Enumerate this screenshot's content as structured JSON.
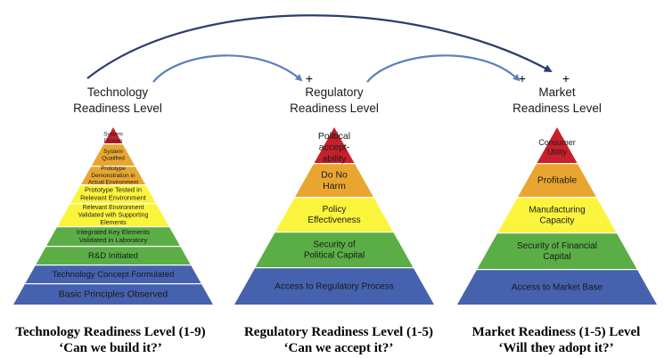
{
  "colors": {
    "red": "#c8202a",
    "orange": "#e8a631",
    "yellow": "#fbf43d",
    "green": "#5aae45",
    "blue": "#4661ad",
    "arrow_blue": "#5b7fc1",
    "arrow_navy": "#2b3d6b"
  },
  "plus_sign": "+",
  "pyramids": [
    {
      "header": [
        "Technology",
        "Readiness Level"
      ],
      "caption_title": "Technology Readiness Level (1-9)",
      "caption_question": "‘Can we build it?’",
      "levels": [
        {
          "lines": [
            "Basic Principles Observed"
          ],
          "color": "blue"
        },
        {
          "lines": [
            "Technology Concept Formulated"
          ],
          "color": "blue"
        },
        {
          "lines": [
            "R&D Initiated"
          ],
          "color": "green"
        },
        {
          "lines": [
            "Integrated Key Elements",
            "Validated in Laboratory"
          ],
          "color": "green"
        },
        {
          "lines": [
            "Relevant Environment",
            "Validated with Supporting",
            "Elements"
          ],
          "color": "yellow"
        },
        {
          "lines": [
            "Prototype Tested in",
            "Relevant Environment"
          ],
          "color": "yellow"
        },
        {
          "lines": [
            "Prototype",
            "Demonstration in",
            "Actual Environment"
          ],
          "color": "orange"
        },
        {
          "lines": [
            "System",
            "Qualified"
          ],
          "color": "orange"
        },
        {
          "lines": [
            "System",
            "Proven"
          ],
          "color": "red"
        }
      ]
    },
    {
      "header": [
        "Regulatory",
        "Readiness Level"
      ],
      "caption_title": "Regulatory Readiness Level (1-5)",
      "caption_question": "‘Can we accept it?’",
      "levels": [
        {
          "lines": [
            "Access to Regulatory Process"
          ],
          "color": "blue"
        },
        {
          "lines": [
            "Security of",
            "Political Capital"
          ],
          "color": "green"
        },
        {
          "lines": [
            "Policy",
            "Effectiveness"
          ],
          "color": "yellow"
        },
        {
          "lines": [
            "Do No",
            "Harm"
          ],
          "color": "orange"
        },
        {
          "lines": [
            "Political",
            "accept-",
            "ability"
          ],
          "color": "red"
        }
      ]
    },
    {
      "header": [
        "Market",
        "Readiness Level"
      ],
      "caption_title": "Market Readiness (1-5) Level",
      "caption_question": "‘Will they adopt it?’",
      "levels": [
        {
          "lines": [
            "Access to Market Base"
          ],
          "color": "blue"
        },
        {
          "lines": [
            "Security of Financial",
            "Capital"
          ],
          "color": "green"
        },
        {
          "lines": [
            "Manufacturing",
            "Capacity"
          ],
          "color": "yellow"
        },
        {
          "lines": [
            "Profitable"
          ],
          "color": "orange"
        },
        {
          "lines": [
            "Consumer",
            "Utility"
          ],
          "color": "red"
        }
      ]
    }
  ]
}
